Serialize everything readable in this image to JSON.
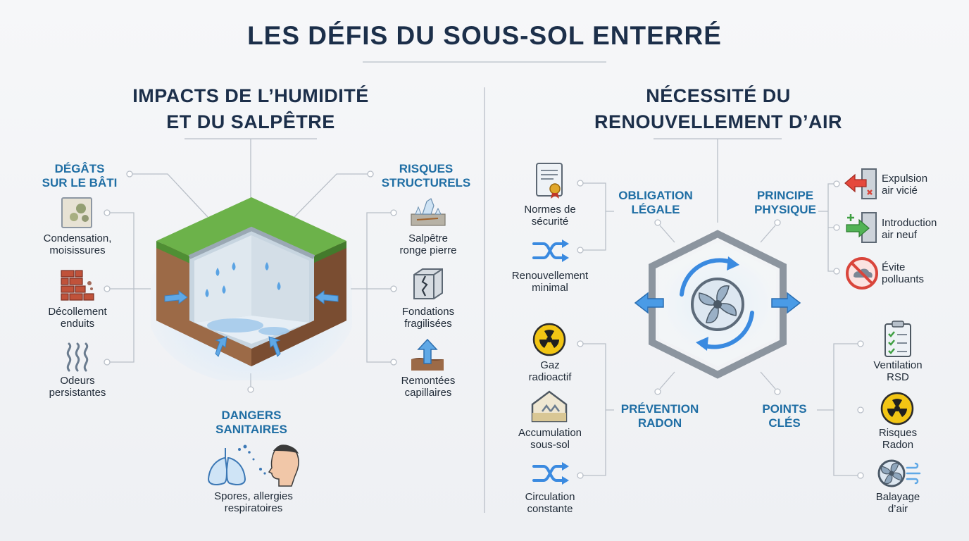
{
  "title": "LES DÉFIS DU SOUS-SOL ENTERRÉ",
  "left": {
    "heading_line1": "IMPACTS DE L’HUMIDITÉ",
    "heading_line2": "ET DU SALPÊTRE",
    "categories": {
      "degats": {
        "line1": "DÉGÂTS",
        "line2": "SUR LE BÂTI"
      },
      "risques": {
        "line1": "RISQUES",
        "line2": "STRUCTURELS"
      },
      "dangers": {
        "line1": "DANGERS",
        "line2": "SANITAIRES"
      }
    },
    "items": {
      "condensation": {
        "line1": "Condensation,",
        "line2": "moisissures",
        "icon": "mold-icon"
      },
      "decollement": {
        "line1": "Décollement",
        "line2": "enduits",
        "icon": "brick-wall-icon"
      },
      "odeurs": {
        "line1": "Odeurs",
        "line2": "persistantes",
        "icon": "odor-waves-icon"
      },
      "salpetre": {
        "line1": "Salpêtre",
        "line2": "ronge pierre",
        "icon": "salt-crystal-icon"
      },
      "fondations": {
        "line1": "Fondations",
        "line2": "fragilisées",
        "icon": "cracked-block-icon"
      },
      "remontees": {
        "line1": "Remontées",
        "line2": "capillaires",
        "icon": "capillary-arrow-icon"
      },
      "spores": {
        "line1": "Spores, allergies",
        "line2": "respiratoires",
        "icon": "lungs-icon"
      }
    }
  },
  "right": {
    "heading_line1": "NÉCESSITÉ DU",
    "heading_line2": "RENOUVELLEMENT D’AIR",
    "categories": {
      "obligation": {
        "line1": "OBLIGATION",
        "line2": "LÉGALE"
      },
      "principe": {
        "line1": "PRINCIPE",
        "line2": "PHYSIQUE"
      },
      "radon": {
        "line1": "PRÉVENTION",
        "line2": "RADON"
      },
      "points": {
        "line1": "POINTS",
        "line2": "CLÉS"
      }
    },
    "items": {
      "normes": {
        "line1": "Normes de",
        "line2": "sécurité",
        "icon": "certificate-icon"
      },
      "renouvellement": {
        "line1": "Renouvellement",
        "line2": "minimal",
        "icon": "exchange-arrows-icon"
      },
      "expulsion": {
        "line1": "Expulsion",
        "line2": "air vicié",
        "icon": "exit-arrow-icon"
      },
      "introduction": {
        "line1": "Introduction",
        "line2": "air neuf",
        "icon": "enter-arrow-icon"
      },
      "polluants": {
        "line1": "Évite",
        "line2": "polluants",
        "icon": "no-pollution-icon"
      },
      "gaz": {
        "line1": "Gaz",
        "line2": "radioactif",
        "icon": "radiation-icon"
      },
      "accumulation": {
        "line1": "Accumulation",
        "line2": "sous-sol",
        "icon": "house-accumulation-icon"
      },
      "circulation": {
        "line1": "Circulation",
        "line2": "constante",
        "icon": "exchange-arrows-icon"
      },
      "ventilation": {
        "line1": "Ventilation",
        "line2": "RSD",
        "icon": "checklist-icon"
      },
      "risques_radon": {
        "line1": "Risques",
        "line2": "Radon",
        "icon": "radiation-icon"
      },
      "balayage": {
        "line1": "Balayage",
        "line2": "d’air",
        "icon": "fan-wind-icon"
      }
    }
  },
  "colors": {
    "navy": "#1c2f4a",
    "accent": "#1f6ea4",
    "line": "#b8bec7",
    "blue": "#4a90d9",
    "red": "#d9453b",
    "green": "#4cae4c",
    "yellow": "#f2c514"
  }
}
